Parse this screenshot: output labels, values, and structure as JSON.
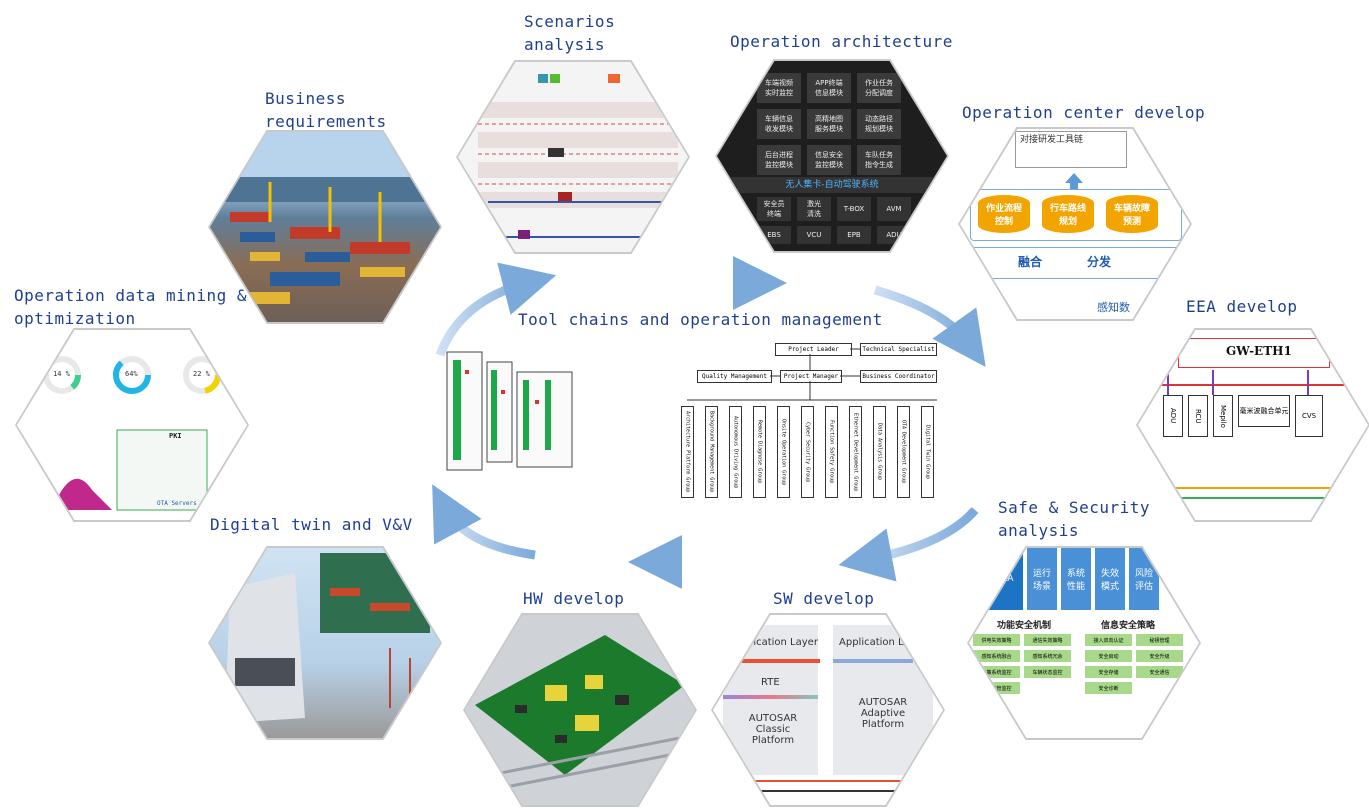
{
  "center_title": "Tool chains and operation management",
  "titles": {
    "business": "Business\nrequirements",
    "scenarios": "Scenarios\nanalysis",
    "op_arch": "Operation architecture",
    "op_center": "Operation center develop",
    "eea": "EEA develop",
    "safe": "Safe & Security\nanalysis",
    "sw": "SW develop",
    "hw": "HW develop",
    "twin": "Digital twin and V&V",
    "mining": "Operation data mining &\noptimization"
  },
  "org_chart": {
    "top": [
      "Project Leader",
      "Technical Specialist"
    ],
    "middle": [
      "Quality Management",
      "Project Manager",
      "Business Coordinator"
    ],
    "groups": [
      "Architecture Platform Group",
      "Background Management Group",
      "Autonomous Driving Group",
      "Remote Diagnose Group",
      "Onsite Operation Group",
      "Cyber Security Group",
      "Function Safety Group",
      "Ethernet Development Group",
      "Data Analysis Group",
      "OTA Development Group",
      "Digital Twin Group"
    ]
  },
  "op_arch": {
    "cells": [
      "车端视频\n实时监控",
      "APP终端\n信息模块",
      "作业任务\n分配调度",
      "车辆信息\n收发模块",
      "高精地图\n服务模块",
      "动态路径\n规划模块",
      "后台进程\n监控模块",
      "信息安全\n监控模块",
      "车队任务\n指令生成"
    ],
    "banner": "无人集卡-自动驾驶系统",
    "row1": [
      "安全员\n终端",
      "激光\n清洗",
      "T-BOX",
      "AVM"
    ],
    "row2": [
      "EBS",
      "VCU",
      "EPB",
      "ADU"
    ]
  },
  "op_center": {
    "top_text": "对接研发工具链",
    "cylinders": [
      "作业流程\n控制",
      "行车路线\n规划",
      "车辆故障\n预测"
    ],
    "bottom_labels": [
      "融合",
      "分发"
    ],
    "footer": "感知数"
  },
  "eea": {
    "title": "GW-ETH1",
    "boxes": [
      "ADU",
      "RCU",
      "Mepilo",
      "毫米波融合单元",
      "CVS"
    ]
  },
  "safe": {
    "top": [
      "HARA",
      "运行\n场景",
      "系统\n性能",
      "失效\n模式",
      "风险\n评估"
    ],
    "left_title": "功能安全机制",
    "right_title": "信息安全策略",
    "left_items": [
      "供电失效策略",
      "通信失效策略",
      "感知系统融合",
      "感知系统冗余",
      "决策系统监控",
      "车辆状态监控",
      "远程接管监控"
    ],
    "right_items": [
      "接入双向认证",
      "秘钥管理",
      "安全启动",
      "安全升级",
      "安全存储",
      "安全通信",
      "安全诊断"
    ]
  },
  "sw": {
    "left_layer": "Application Layer",
    "right_layer": "Application Lay",
    "rte": "RTE",
    "left_platform": "AUTOSAR\nClassic\nPlatform",
    "right_platform": "AUTOSAR\nAdaptive\nPlatform"
  },
  "mining": {
    "gauges": [
      "14 %",
      "64%",
      "22 %"
    ],
    "servers": "OTA Servers",
    "pki": "PKI"
  },
  "colors": {
    "title_blue": "#1f3f8f",
    "arrow_blue": "#8db6e0",
    "accent_orange": "#f2a400"
  }
}
